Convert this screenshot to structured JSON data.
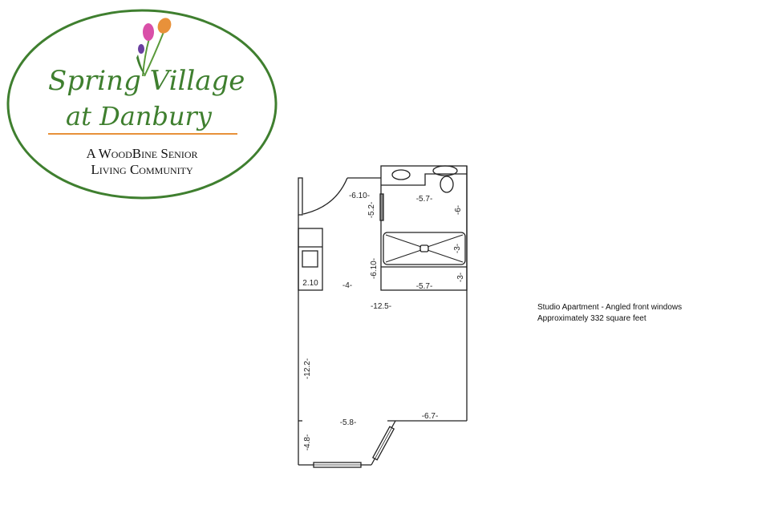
{
  "logo": {
    "line1": "Spring Village",
    "line2": "at Danbury",
    "tagline1": "A WoodBine Senior",
    "tagline2": "Living Community",
    "colors": {
      "green": "#3f7f2f",
      "orange": "#e8913a",
      "pink": "#d94fa8",
      "purple": "#6a3fa0"
    }
  },
  "floorplan": {
    "dimensions": {
      "entry_width": "-6.10-",
      "bath_door": "-5.2-",
      "bath_width_top": "-5.7-",
      "bath_depth": "-6-",
      "tub_depth": "-3-",
      "bath_side": "-6.10-",
      "closet_depth": "-3-",
      "closet_width": "-5.7-",
      "kitchenette": "2.10",
      "entry_depth": "-4-",
      "room_width": "-12.5-",
      "room_length": "-12.2-",
      "bay_left": "-5.8-",
      "bay_right": "-6.7-",
      "bay_depth": "-4.8-"
    }
  },
  "caption": {
    "line1": "Studio Apartment - Angled front windows",
    "line2": "Approximately 332 square feet"
  }
}
